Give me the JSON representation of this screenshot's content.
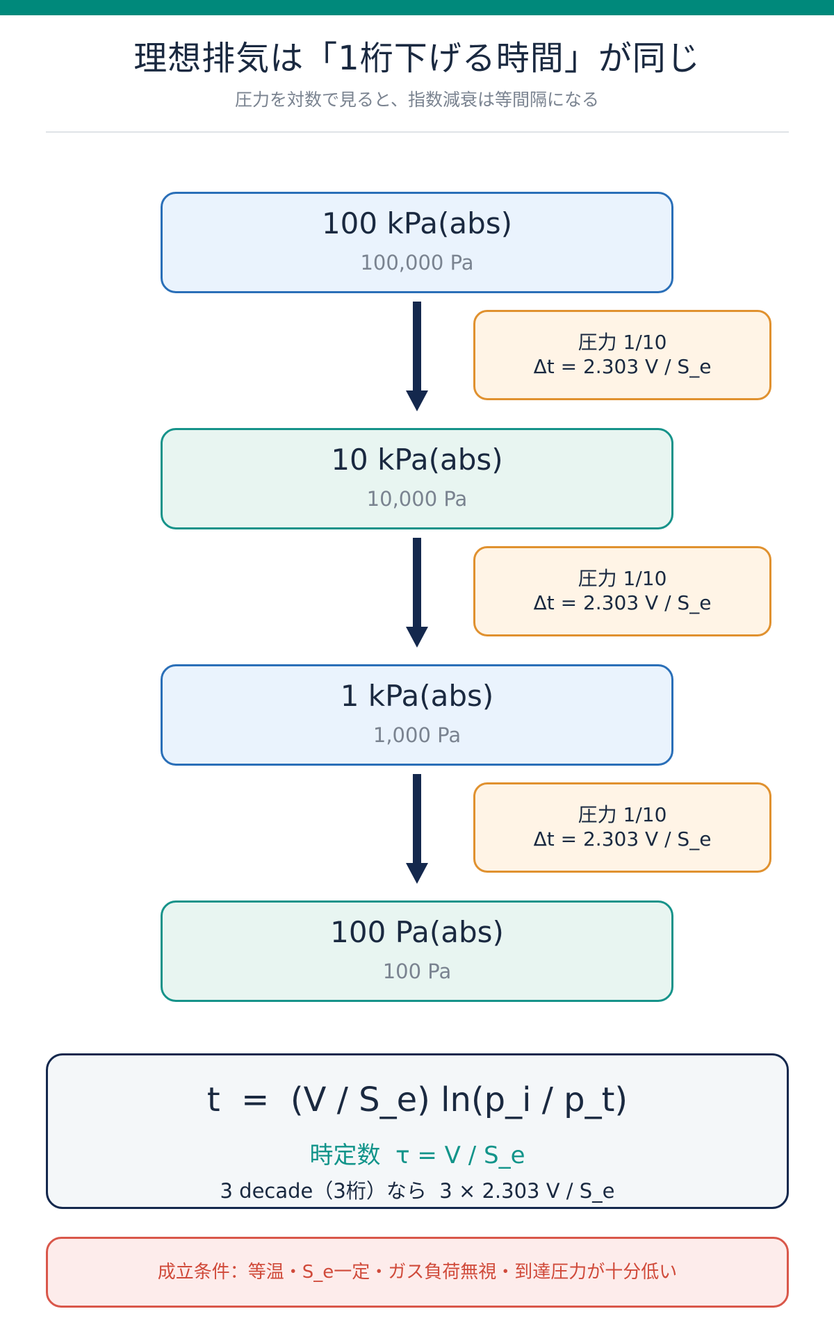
{
  "header": {
    "title": "理想排気は「1桁下げる時間」が同じ",
    "subtitle": "圧力を対数で見ると、指数減衰は等間隔になる"
  },
  "stages": [
    {
      "pressure": "100 kPa(abs)",
      "pascals": "100,000 Pa"
    },
    {
      "pressure": "10 kPa(abs)",
      "pascals": "10,000 Pa"
    },
    {
      "pressure": "1 kPa(abs)",
      "pascals": "1,000 Pa"
    },
    {
      "pressure": "100 Pa(abs)",
      "pascals": "100 Pa"
    }
  ],
  "steps": [
    {
      "ratio": "圧力 1/10",
      "time": "Δt = 2.303 V / S_e"
    },
    {
      "ratio": "圧力 1/10",
      "time": "Δt = 2.303 V / S_e"
    },
    {
      "ratio": "圧力 1/10",
      "time": "Δt = 2.303 V / S_e"
    }
  ],
  "formula": {
    "equation": "t  =  (V / S_e) ln(p_i / p_t)",
    "time_constant": "時定数  τ = V / S_e",
    "decade_note": "3 decade（3桁）なら  3 × 2.303 V / S_e"
  },
  "conditions": "成立条件：等温・S_e一定・ガス負荷無視・到達圧力が十分低い",
  "colors": {
    "accent": "#00897b",
    "box_blue": "#2a6fb8",
    "box_teal": "#16938a",
    "note_orange": "#e0912f",
    "condition_red": "#d9574a",
    "arrow_navy": "#14284d"
  }
}
